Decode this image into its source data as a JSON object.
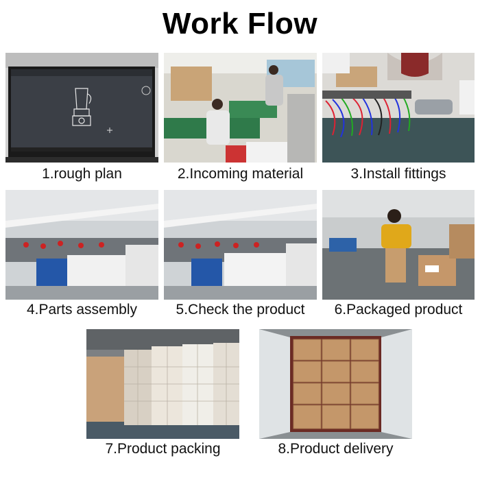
{
  "title": "Work Flow",
  "steps": [
    {
      "caption": "1.rough plan",
      "icon": "monitor-cad-image"
    },
    {
      "caption": "2.Incoming material",
      "icon": "factory-workers-image"
    },
    {
      "caption": "3.Install fittings",
      "icon": "wiring-image"
    },
    {
      "caption": "4.Parts assembly",
      "icon": "assembly-line-image"
    },
    {
      "caption": "5.Check the product",
      "icon": "inspection-line-image"
    },
    {
      "caption": "6.Packaged product",
      "icon": "packing-worker-image"
    },
    {
      "caption": "7.Product packing",
      "icon": "stacked-cartons-image"
    },
    {
      "caption": "8.Product delivery",
      "icon": "container-loading-image"
    }
  ]
}
